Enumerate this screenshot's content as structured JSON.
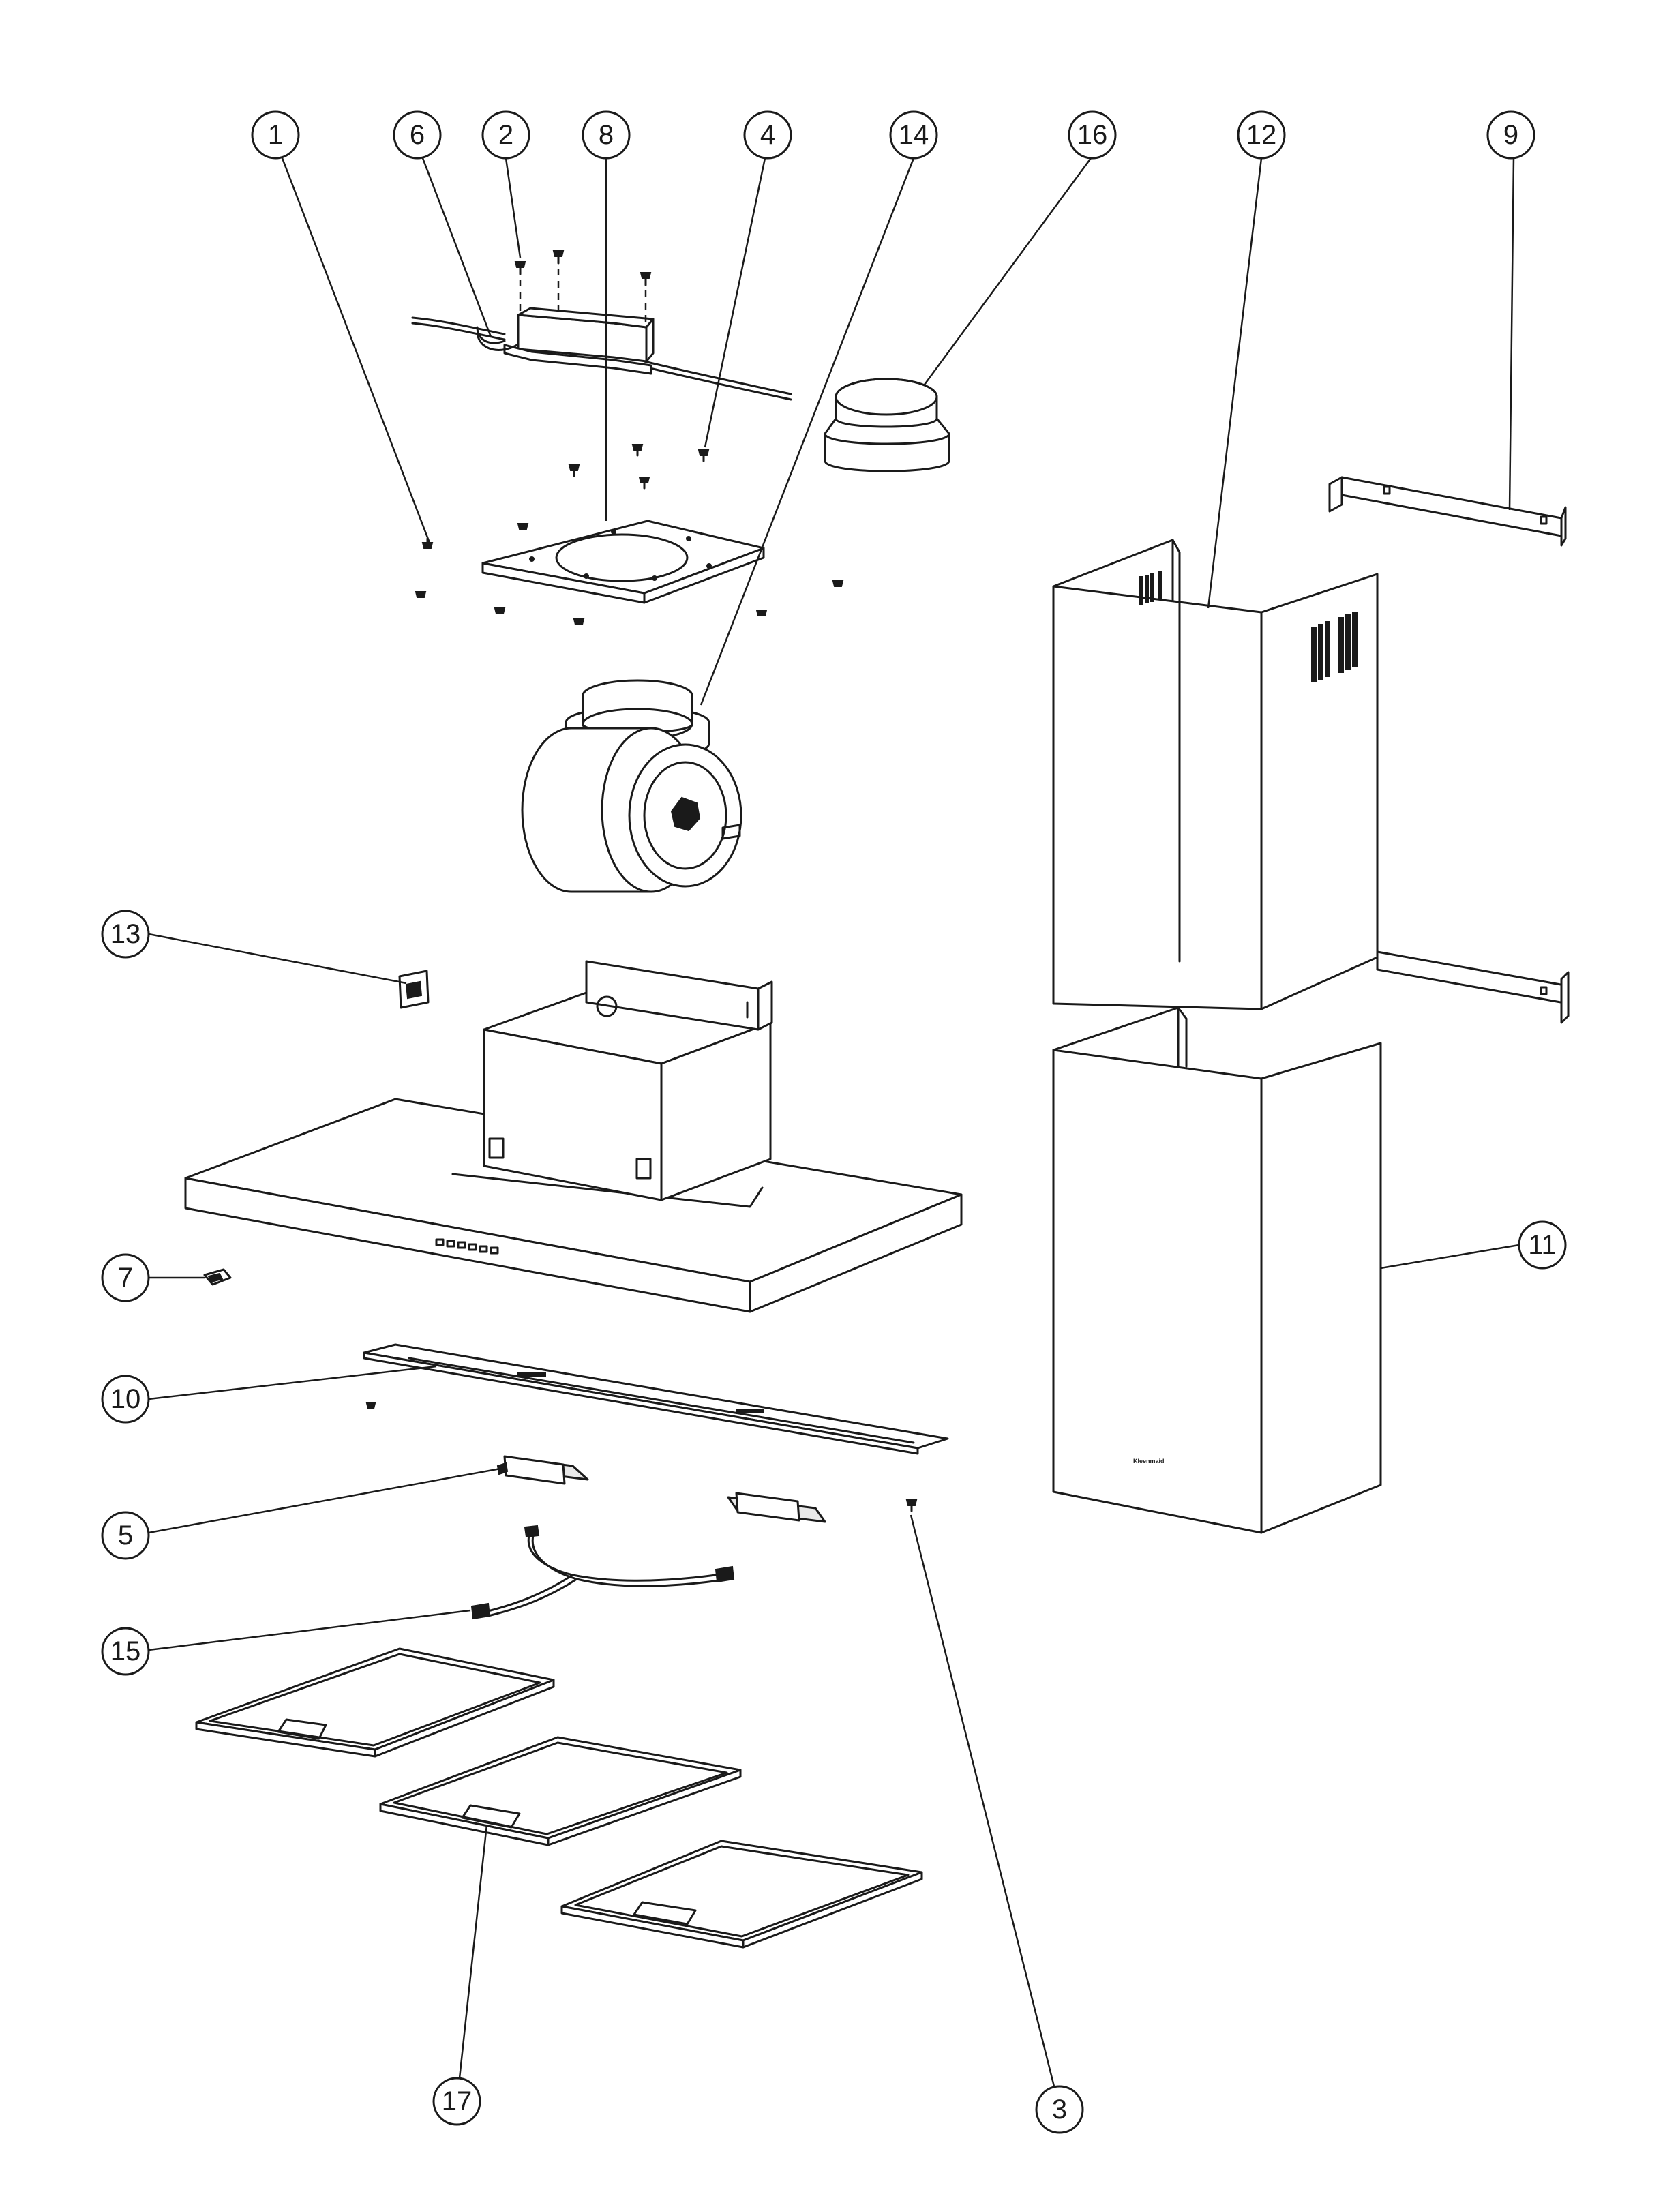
{
  "diagram": {
    "callouts": [
      {
        "id": "c1",
        "label": "1"
      },
      {
        "id": "c6",
        "label": "6"
      },
      {
        "id": "c2",
        "label": "2"
      },
      {
        "id": "c8",
        "label": "8"
      },
      {
        "id": "c4",
        "label": "4"
      },
      {
        "id": "c14",
        "label": "14"
      },
      {
        "id": "c16",
        "label": "16"
      },
      {
        "id": "c12",
        "label": "12"
      },
      {
        "id": "c9",
        "label": "9"
      },
      {
        "id": "c13",
        "label": "13"
      },
      {
        "id": "c7",
        "label": "7"
      },
      {
        "id": "c11",
        "label": "11"
      },
      {
        "id": "c10",
        "label": "10"
      },
      {
        "id": "c5",
        "label": "5"
      },
      {
        "id": "c15",
        "label": "15"
      },
      {
        "id": "c17",
        "label": "17"
      },
      {
        "id": "c3",
        "label": "3"
      }
    ],
    "brand_mark": "Kleenmaid"
  }
}
